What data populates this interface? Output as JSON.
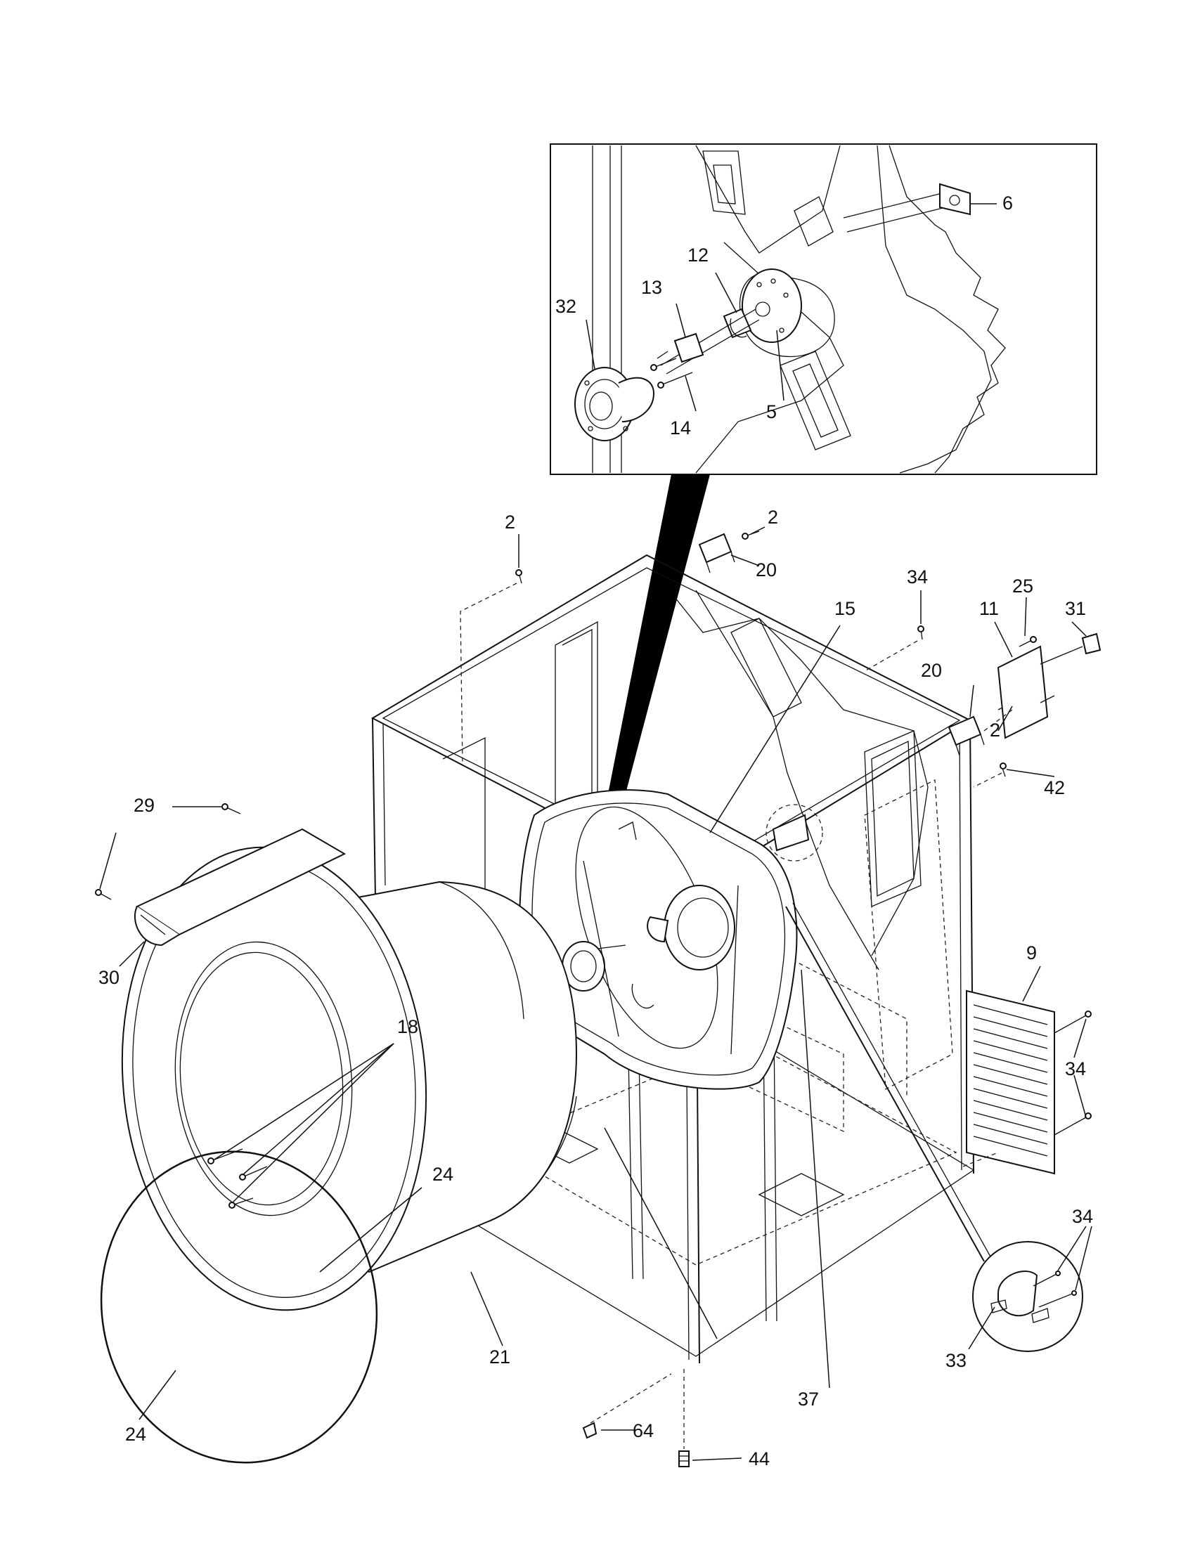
{
  "callouts": {
    "c2a": "2",
    "c2b": "2",
    "c2c": "2",
    "c5": "5",
    "c6": "6",
    "c9": "9",
    "c11": "11",
    "c12": "12",
    "c13": "13",
    "c14": "14",
    "c15": "15",
    "c18": "18",
    "c20a": "20",
    "c20b": "20",
    "c21": "21",
    "c24a": "24",
    "c24b": "24",
    "c25": "25",
    "c29": "29",
    "c30": "30",
    "c31": "31",
    "c32": "32",
    "c33": "33",
    "c34a": "34",
    "c34b": "34",
    "c34c": "34",
    "c37": "37",
    "c42": "42",
    "c44": "44",
    "c64": "64"
  },
  "palette": {
    "line": "#111111",
    "background": "#ffffff",
    "pointer": "#000000"
  }
}
